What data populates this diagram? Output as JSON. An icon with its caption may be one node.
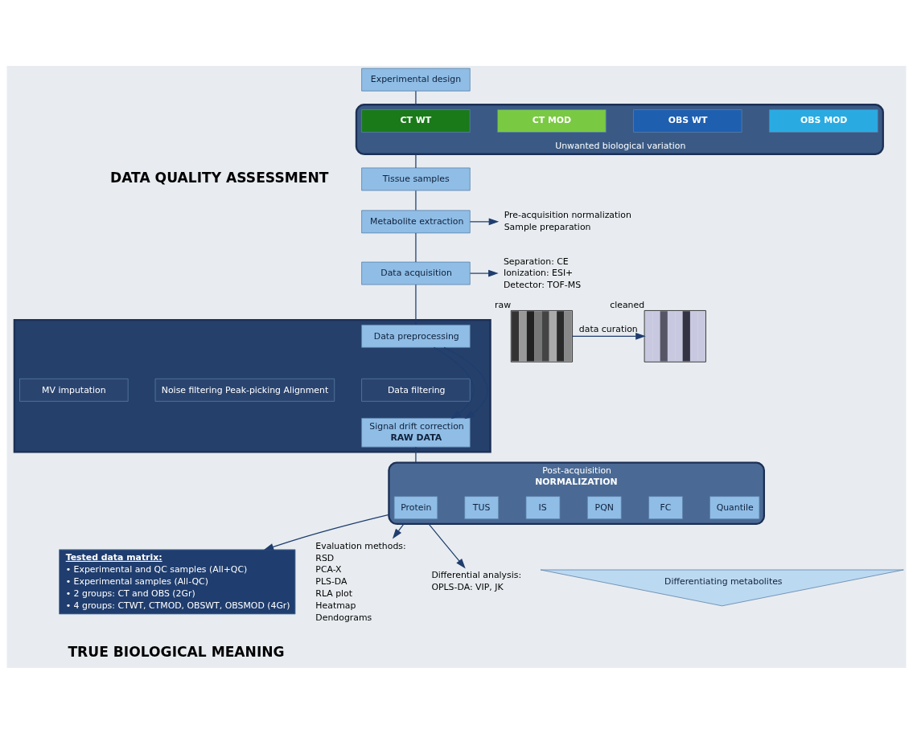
{
  "diagram": {
    "nodes": [
      {
        "text": [
          "Experimental design"
        ]
      },
      {
        "text": [
          "Unwanted biological variation"
        ]
      },
      {
        "text": [
          "CT WT"
        ],
        "in": 1
      },
      {
        "text": [
          "CT MOD"
        ],
        "in": 1
      },
      {
        "text": [
          "OBS WT"
        ],
        "in": 1
      },
      {
        "text": [
          "OBS MOD"
        ],
        "in": 1
      },
      {
        "text": [
          "Tissue samples"
        ]
      },
      {
        "text": [
          "Metabolite extraction"
        ]
      },
      {
        "text": [
          "Data acquisition"
        ]
      },
      {
        "text": [],
        "shape": "box"
      },
      {
        "text": [
          "Data preprocessing"
        ],
        "in": 9
      },
      {
        "text": [
          "Noise filtering Peak-picking Alignment"
        ],
        "in": 9
      },
      {
        "text": [
          "MV imputation"
        ],
        "in": 9
      },
      {
        "text": [
          "Data filtering"
        ],
        "in": 9
      },
      {
        "text": [
          "Signal drift correction",
          "RAW DATA"
        ],
        "in": 9
      },
      {
        "text": [
          "Pre-acquisition normalization",
          "Sample preparation"
        ]
      },
      {
        "text": [
          "Separation: CE",
          "Ionization: ESI+",
          "Detector: TOF-MS"
        ]
      },
      {
        "text": [],
        "shape": "picture",
        "beside": [
          "raw"
        ]
      },
      {
        "text": [],
        "shape": "picture",
        "beside": [
          "cleaned"
        ]
      },
      {
        "text": [
          "Post-acquisition",
          "NORMALIZATION"
        ]
      },
      {
        "text": [
          "Protein"
        ],
        "in": 19
      },
      {
        "text": [
          "TUS"
        ],
        "in": 19
      },
      {
        "text": [
          "IS"
        ],
        "in": 19
      },
      {
        "text": [
          "PQN"
        ],
        "in": 19
      },
      {
        "text": [
          "FC"
        ],
        "in": 19
      },
      {
        "text": [
          "Quantile"
        ],
        "in": 19
      },
      {
        "text": [
          "Differentiating metabolites"
        ]
      },
      {
        "text": [
          "Tested data matrix:",
          "• Experimental and QC samples (All+QC)",
          "• Experimental samples (All-QC)",
          "• 2 groups: CT and OBS (2Gr)",
          "• 4 groups: CTWT, CTMOD, OBSWT, OBSMOD (4Gr)"
        ]
      },
      {
        "text": [
          "Evaluation methods:",
          "RSD",
          "PCA-X",
          "PLS-DA",
          "RLA plot",
          "Heatmap",
          "Dendograms"
        ]
      },
      {
        "text": [
          "Differential analysis:",
          "OPLS-DA: VIP, JK"
        ]
      }
    ],
    "edges": [
      {
        "from": 0,
        "to": 1,
        "arrow": "none"
      },
      {
        "from": 1,
        "to": 6,
        "arrow": "none"
      },
      {
        "from": 6,
        "to": 7,
        "arrow": "none"
      },
      {
        "from": 7,
        "to": 8,
        "arrow": "none"
      },
      {
        "from": 8,
        "to": 10,
        "arrow": "none"
      },
      {
        "from": 10,
        "to": 14,
        "arrow": "to"
      },
      {
        "from": 10,
        "to": 14,
        "arrow": "to"
      },
      {
        "from": 7,
        "to": 15,
        "arrow": "to"
      },
      {
        "from": 8,
        "to": 16,
        "arrow": "to"
      },
      {
        "from": 17,
        "to": 18,
        "arrow": "to",
        "label": "data curation"
      },
      {
        "from": 14,
        "to": 19,
        "arrow": "none"
      },
      {
        "from": 19,
        "to": 28,
        "arrow": "to"
      },
      {
        "from": 19,
        "to": 29,
        "arrow": "to"
      },
      {
        "from": 19,
        "to": 27,
        "arrow": "to"
      }
    ],
    "labels": [
      "DATA QUALITY ASSESSMENT",
      "TRUE BIOLOGICAL MEANING"
    ]
  }
}
